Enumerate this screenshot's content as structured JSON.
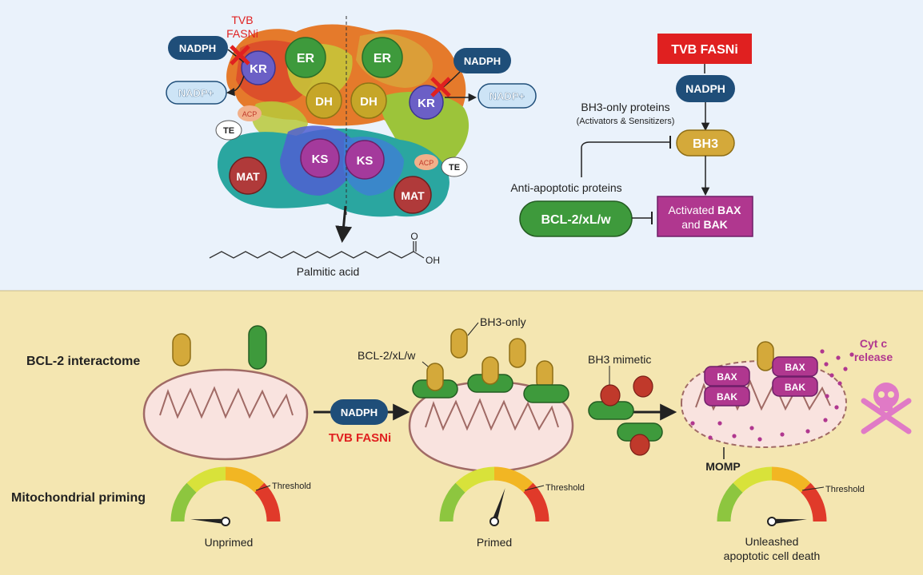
{
  "colors": {
    "top_bg": "#eaf2fb",
    "bottom_bg": "#f4e6b1",
    "nadph": "#1f4e79",
    "nadp": "#cde4f6",
    "red": "#e02020",
    "bh3": "#d4a93a",
    "bcl2": "#3e9a3c",
    "bax": "#b0378f",
    "mito_fill": "#f9e3df",
    "mito_stroke": "#a06a65"
  },
  "fasn": {
    "inhibitor_label_line1": "TVB",
    "inhibitor_label_line2": "FASNi",
    "domains": {
      "er": "ER",
      "kr": "KR",
      "dh": "DH",
      "ks": "KS",
      "mat": "MAT",
      "acp": "ACP",
      "te": "TE"
    },
    "nadph": "NADPH",
    "nadp": "NADP+",
    "product": "Palmitic acid",
    "carbonyl_o": "O",
    "hydroxyl": "OH"
  },
  "pathway": {
    "drug": "TVB FASNi",
    "nadph": "NADPH",
    "bh3_only_line1": "BH3-only proteins",
    "bh3_only_line2": "(Activators & Sensitizers)",
    "bh3": "BH3",
    "anti_apoptotic": "Anti-apoptotic proteins",
    "bcl2": "BCL-2/xL/w",
    "activated_prefix": "Activated ",
    "bax": "BAX",
    "and": "and ",
    "bak": "BAK"
  },
  "bottom": {
    "interactome_label": "BCL-2 interactome",
    "priming_label": "Mitochondrial priming",
    "nadph": "NADPH",
    "tvb": "TVB FASNi",
    "bh3_only": "BH3-only",
    "bcl2": "BCL-2/xL/w",
    "bh3_mimetic": "BH3 mimetic",
    "bax": "BAX",
    "bak": "BAK",
    "cytc_line1": "Cyt c",
    "cytc_line2": "release",
    "momp": "MOMP",
    "threshold": "Threshold",
    "gauges": [
      {
        "label_line1": "Unprimed",
        "label_line2": "",
        "level": 0.02
      },
      {
        "label_line1": "Primed",
        "label_line2": "",
        "level": 0.6
      },
      {
        "label_line1": "Unleashed",
        "label_line2": "apoptotic cell death",
        "level": 0.98
      }
    ]
  }
}
